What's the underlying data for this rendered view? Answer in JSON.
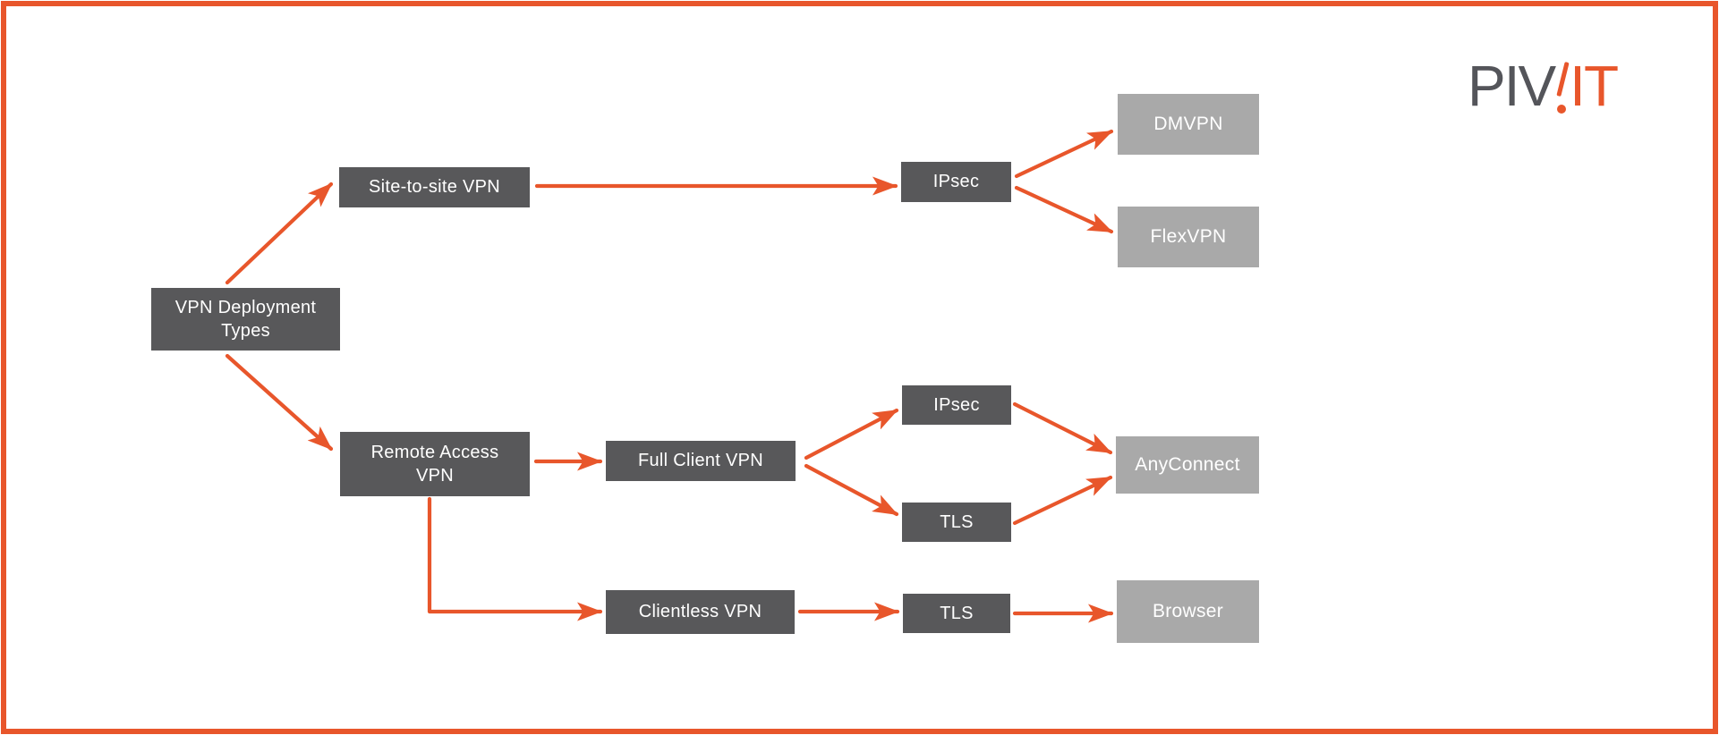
{
  "logo": {
    "prefix": "PIV",
    "suffix": "IT",
    "accent_icon": "exclamation-slash"
  },
  "colors": {
    "accent_orange": "#E8562B",
    "box_dark": "#58585A",
    "box_light": "#A9A9A9",
    "node_text": "#FFFFFF",
    "logo_gray": "#54555A",
    "background": "#FFFFFF"
  },
  "diagram": {
    "title": "VPN Deployment Types",
    "nodes": {
      "vpn_deployment_types": {
        "label": "VPN Deployment Types",
        "variant": "dark"
      },
      "site_to_site_vpn": {
        "label": "Site-to-site VPN",
        "variant": "dark"
      },
      "ipsec_site_to_site": {
        "label": "IPsec",
        "variant": "dark"
      },
      "dmvpn": {
        "label": "DMVPN",
        "variant": "light"
      },
      "flexvpn": {
        "label": "FlexVPN",
        "variant": "light"
      },
      "remote_access_vpn": {
        "label": "Remote Access VPN",
        "variant": "dark"
      },
      "full_client_vpn": {
        "label": "Full Client VPN",
        "variant": "dark"
      },
      "ipsec_full_client": {
        "label": "IPsec",
        "variant": "dark"
      },
      "tls_full_client": {
        "label": "TLS",
        "variant": "dark"
      },
      "anyconnect": {
        "label": "AnyConnect",
        "variant": "light"
      },
      "clientless_vpn": {
        "label": "Clientless VPN",
        "variant": "dark"
      },
      "tls_clientless": {
        "label": "TLS",
        "variant": "dark"
      },
      "browser": {
        "label": "Browser",
        "variant": "light"
      }
    },
    "edges": [
      {
        "from": "vpn_deployment_types",
        "to": "site_to_site_vpn"
      },
      {
        "from": "vpn_deployment_types",
        "to": "remote_access_vpn"
      },
      {
        "from": "site_to_site_vpn",
        "to": "ipsec_site_to_site"
      },
      {
        "from": "ipsec_site_to_site",
        "to": "dmvpn"
      },
      {
        "from": "ipsec_site_to_site",
        "to": "flexvpn"
      },
      {
        "from": "remote_access_vpn",
        "to": "full_client_vpn"
      },
      {
        "from": "remote_access_vpn",
        "to": "clientless_vpn"
      },
      {
        "from": "full_client_vpn",
        "to": "ipsec_full_client"
      },
      {
        "from": "full_client_vpn",
        "to": "tls_full_client"
      },
      {
        "from": "ipsec_full_client",
        "to": "anyconnect"
      },
      {
        "from": "tls_full_client",
        "to": "anyconnect"
      },
      {
        "from": "clientless_vpn",
        "to": "tls_clientless"
      },
      {
        "from": "tls_clientless",
        "to": "browser"
      }
    ]
  }
}
